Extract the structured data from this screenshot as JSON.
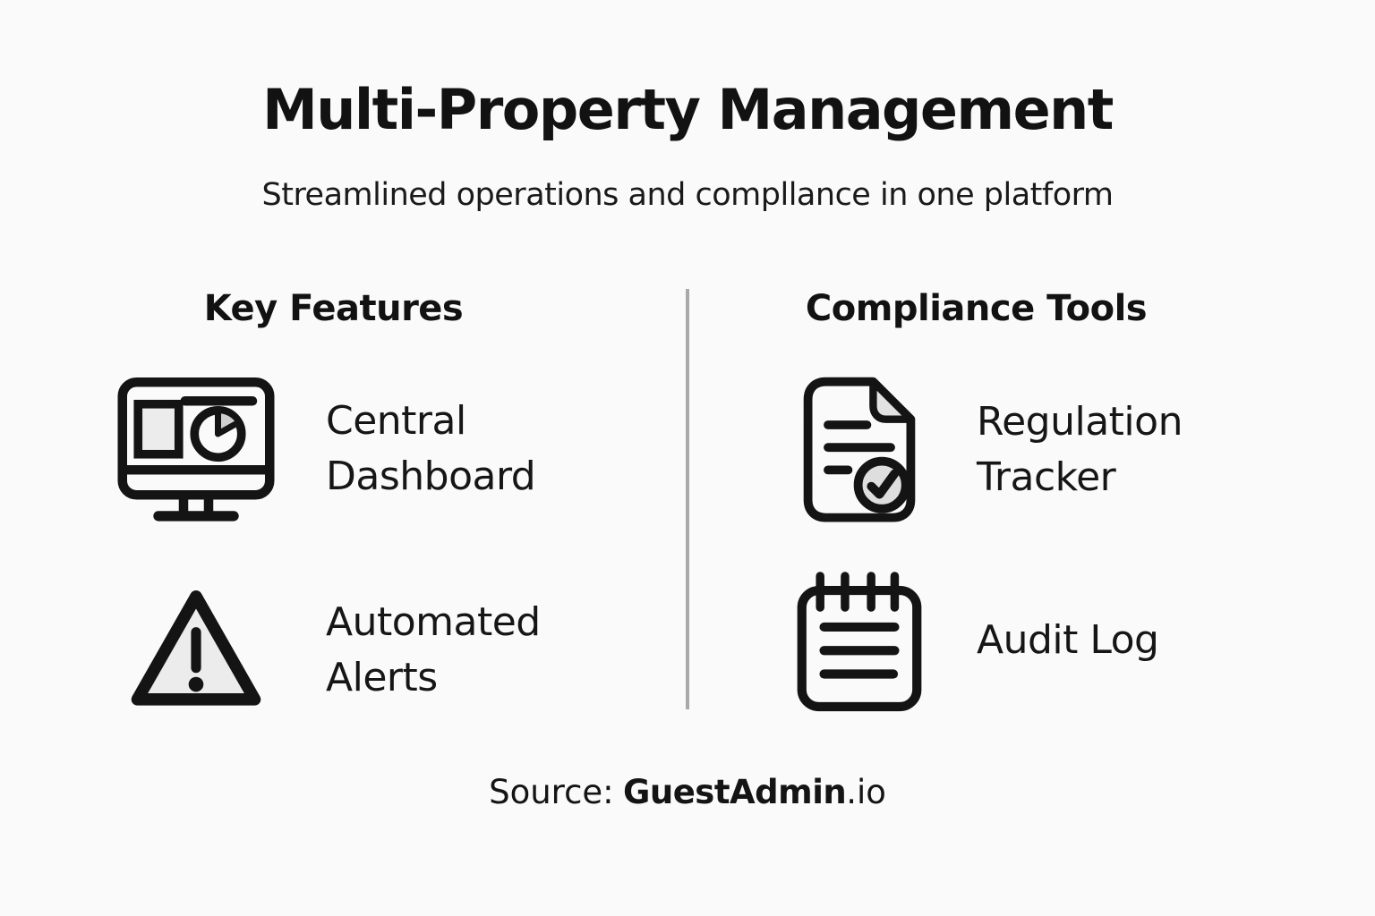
{
  "page": {
    "title": "Multi-Property Management",
    "subtitle": "Streamlined operations and compllance in one platform"
  },
  "columns": [
    {
      "header": "Key Features",
      "items": [
        {
          "icon": "dashboard-monitor-icon",
          "label": "Central Dashboard"
        },
        {
          "icon": "alert-triangle-icon",
          "label": "Automated Alerts"
        }
      ]
    },
    {
      "header": "Compliance Tools",
      "items": [
        {
          "icon": "document-check-icon",
          "label": "Regulation Tracker"
        },
        {
          "icon": "notepad-spiral-icon",
          "label": "Audit Log"
        }
      ]
    }
  ],
  "footer": {
    "prefix": "Source:",
    "brand": "GuestAdmin",
    "suffix": ".io"
  },
  "colors": {
    "background": "#fafafa",
    "text": "#141414",
    "icon_stroke": "#141414",
    "icon_fill_light": "#ececec",
    "icon_fill_mid": "#cfcfcf",
    "divider": "#a9a9a9"
  }
}
